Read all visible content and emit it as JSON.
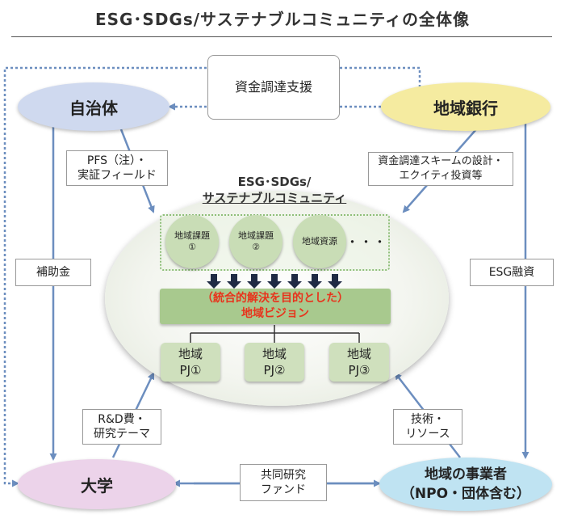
{
  "title": "ESG･SDGs/サステナブルコミュニティの全体像",
  "community_title_line1": "ESG･SDGs/",
  "community_title_line2": "サステナブルコミュニティ",
  "nodes": {
    "local_gov": "自治体",
    "regional_bank": "地域銀行",
    "university": "大学",
    "local_business": "地域の事業者\n（NPO・団体含む）"
  },
  "labels": {
    "funding_support": "資金調達支援",
    "pfs": "PFS（注）・\n実証フィールド",
    "scheme": "資金調達スキームの設計・\nエクイティ投資等",
    "subsidy": "補助金",
    "esg_loan": "ESG融資",
    "rnd": "R&D費・\n研究テーマ",
    "tech": "技術・\nリソース",
    "joint_research": "共同研究\nファンド"
  },
  "issues": [
    "地域課題\n①",
    "地域課題\n②",
    "地域資源"
  ],
  "ellipsis": "・・・",
  "vision_line1": "（統合的解決を目的とした）",
  "vision_line2": "地域ビジョン",
  "projects": [
    "地域\nPJ①",
    "地域\nPJ②",
    "地域\nPJ③"
  ],
  "colors": {
    "arrow": "#6c8ebf",
    "local_gov": "#cfd9ef",
    "regional_bank": "#f5eba0",
    "university": "#ecd3ea",
    "local_business": "#bfe3f2",
    "vision_red": "#e8331c",
    "vision_box": "#a8c98e",
    "dark_arrow": "#1f2a44"
  }
}
